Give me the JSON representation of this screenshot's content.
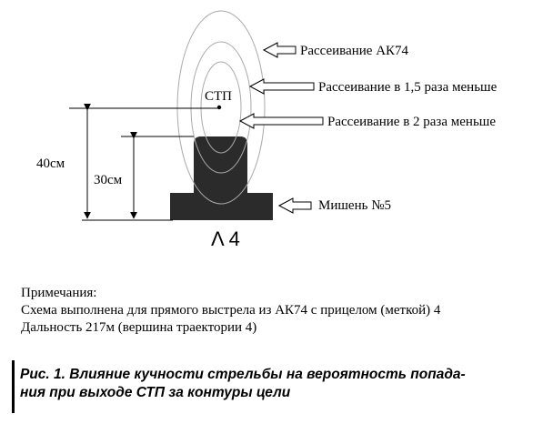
{
  "labels": {
    "ak74": "Рассеивание АК74",
    "x15": "Рассеивание в 1,5 раза меньше",
    "x2": "Рассеивание в 2 раза меньше",
    "target": "Мишень №5",
    "stp": "СТП",
    "dim40": "40см",
    "dim30": "30см",
    "sight": "Λ 4"
  },
  "notes": {
    "title": "Примечания:",
    "line1": "Схема выполнена для прямого выстрела из АК74 с прицелом (меткой) 4",
    "line2": "Дальность 217м (вершина траектории 4)"
  },
  "caption": {
    "line1": "Рис. 1. Влияние кучности стрельбы на вероятность попада-",
    "line2": "ния при выходе СТП за контуры цели"
  }
}
